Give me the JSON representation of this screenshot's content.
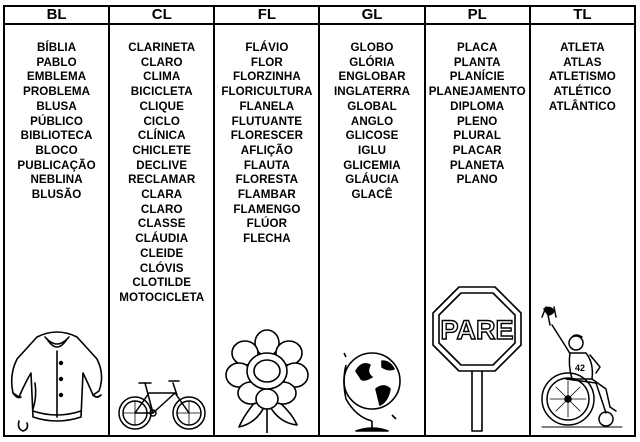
{
  "columns": [
    {
      "header": "BL",
      "illustration": "sweater-icon",
      "words": [
        "BÍBLIA",
        "PABLO",
        "EMBLEMA",
        "PROBLEMA",
        "BLUSA",
        "PÚBLICO",
        "BIBLIOTECA",
        "BLOCO",
        "PUBLICAÇÃO",
        "NEBLINA",
        "BLUSÃO"
      ]
    },
    {
      "header": "CL",
      "illustration": "bicycle-icon",
      "words": [
        "CLARINETA",
        "CLARO",
        "CLIMA",
        "BICICLETA",
        "CLIQUE",
        "CICLO",
        "CLÍNICA",
        "CHICLETE",
        "DECLIVE",
        "RECLAMAR",
        "CLARA",
        "CLARO",
        "CLASSE",
        "CLÁUDIA",
        "CLEIDE",
        "CLÓVIS",
        "CLOTILDE",
        "MOTOCICLETA"
      ]
    },
    {
      "header": "FL",
      "illustration": "flower-icon",
      "words": [
        "FLÁVIO",
        "FLOR",
        "FLORZINHA",
        "FLORICULTURA",
        "FLANELA",
        "FLUTUANTE",
        "FLORESCER",
        "AFLIÇÃO",
        "FLAUTA",
        "FLORESTA",
        "FLAMBAR",
        "FLAMENGO",
        "FLÚOR",
        "FLECHA"
      ]
    },
    {
      "header": "GL",
      "illustration": "globe-icon",
      "words": [
        "GLOBO",
        "GLÓRIA",
        "ENGLOBAR",
        "INGLATERRA",
        "GLOBAL",
        "ANGLO",
        "GLICOSE",
        "IGLU",
        "GLICEMIA",
        "GLÁUCIA",
        "GLACÊ"
      ]
    },
    {
      "header": "PL",
      "illustration": "stop-sign-icon",
      "words": [
        "PLACA",
        "PLANTA",
        "PLANÍCIE",
        "PLANEJAMENTO",
        "DIPLOMA",
        "PLENO",
        "PLURAL",
        "PLACAR",
        "PLANETA",
        "PLANO"
      ]
    },
    {
      "header": "TL",
      "illustration": "wheelchair-athlete-icon",
      "words": [
        "ATLETA",
        "ATLAS",
        "ATLETISMO",
        "ATLÉTICO",
        "ATLÂNTICO"
      ]
    }
  ],
  "stop_sign_text": "PARE",
  "athlete_number": "42"
}
